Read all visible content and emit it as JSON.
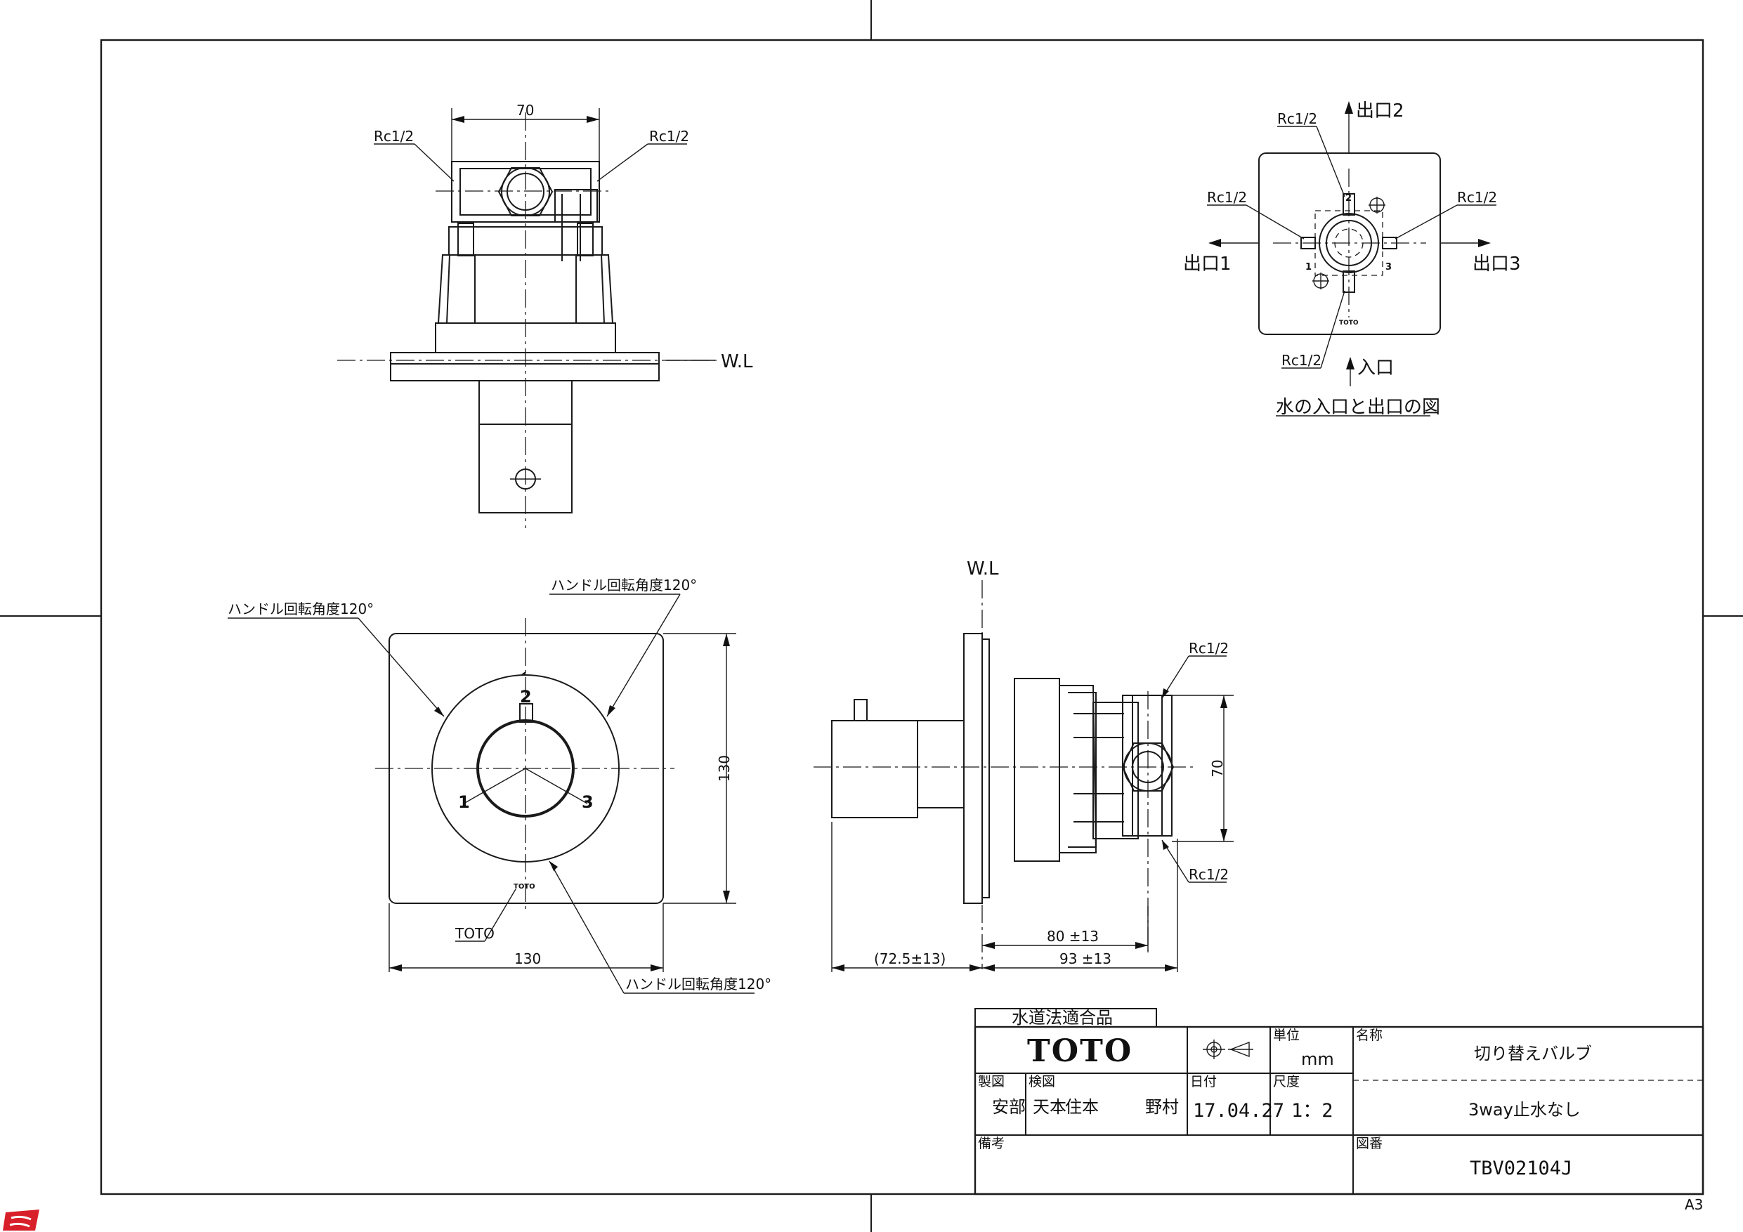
{
  "views": {
    "top": {
      "dim_width": "70",
      "thread_left": "Rc1/2",
      "thread_right": "Rc1/2",
      "water_level": "W.L"
    },
    "port_diagram": {
      "outlet2": "出口2",
      "outlet1": "出口1",
      "outlet3": "出口3",
      "inlet": "入口",
      "thread_top": "Rc1/2",
      "thread_left": "Rc1/2",
      "thread_right": "Rc1/2",
      "thread_bottom": "Rc1/2",
      "caption": "水の入口と出口の図",
      "port_num_1": "1",
      "port_num_2": "2",
      "port_num_3": "3",
      "mini_logo": "TOTO"
    },
    "front": {
      "angle_left": "ハンドル回転角度120°",
      "angle_right": "ハンドル回転角度120°",
      "angle_bottom": "ハンドル回転角度120°",
      "dim_height": "130",
      "dim_width": "130",
      "logo_callout": "TOTO",
      "plate_logo": "TOTO",
      "pos_1": "1",
      "pos_2": "2",
      "pos_3": "3"
    },
    "side": {
      "water_level": "W.L",
      "thread_top": "Rc1/2",
      "thread_bottom": "Rc1/2",
      "dim_height": "70",
      "dim_80": "80 ±13",
      "dim_93": "93 ±13",
      "dim_725": "(72.5±13)"
    }
  },
  "title_block": {
    "certification": "水道法適合品",
    "logo": "TOTO",
    "unit_label": "単位",
    "unit_value": "mm",
    "name_label": "名称",
    "product_name": "切り替えバルブ",
    "product_subtitle": "3way止水なし",
    "drawn_label": "製図",
    "drawn_by": "安部",
    "checked_label": "検図",
    "checked_by_1": "天本",
    "checked_by_2": "住本",
    "checked_by_3": "野村",
    "date_label": "日付",
    "date_value": "17.04.27",
    "scale_label": "尺度",
    "scale_value": "1：2",
    "remarks_label": "備考",
    "drawing_no_label": "図番",
    "drawing_no": "TBV02104J",
    "sheet_size": "A3"
  }
}
